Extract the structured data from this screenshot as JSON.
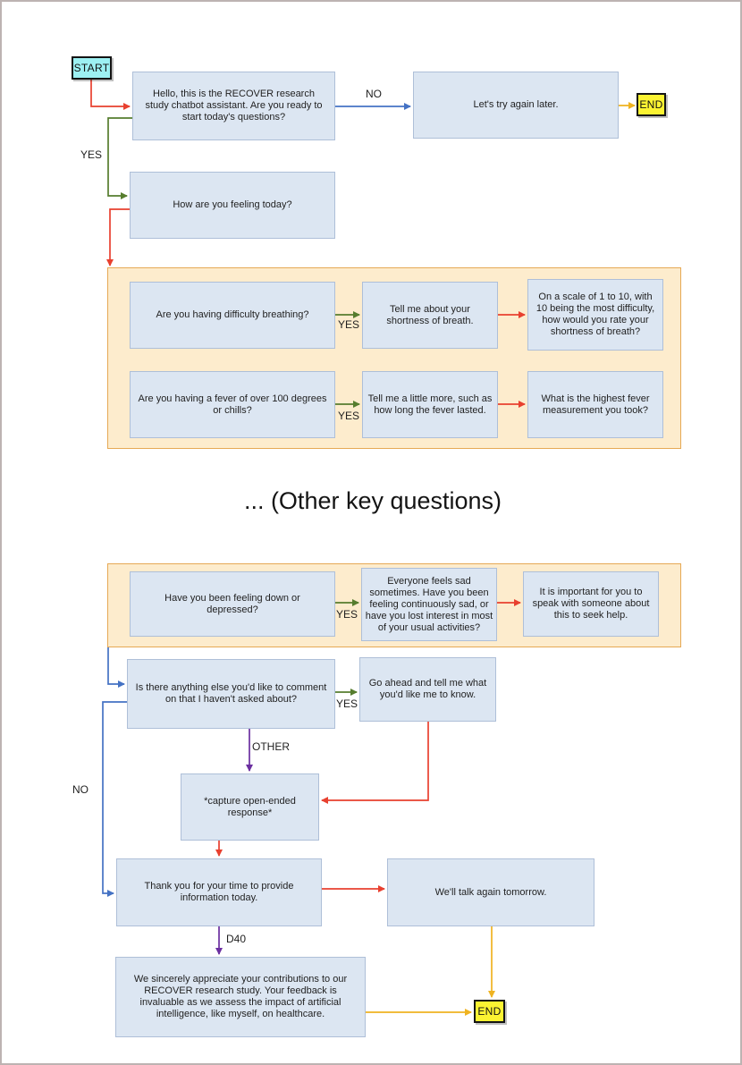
{
  "diagram": {
    "heading": "... (Other key questions)",
    "terminals": {
      "start": "START",
      "end_top": "END",
      "end_bottom": "END"
    },
    "nodes": {
      "hello": "Hello, this is the RECOVER research study chatbot assistant. Are you ready to start today's questions?",
      "try_again": "Let's try again later.",
      "feeling": "How are you feeling today?",
      "breathing": "Are you having difficulty breathing?",
      "shortness": "Tell me about your shortness of breath.",
      "scale": "On a scale of 1 to 10, with 10 being the most difficulty, how would you rate your shortness of breath?",
      "fever": "Are you having a fever of over 100 degrees or chills?",
      "fever_more": "Tell me a little more, such as how long the fever lasted.",
      "fever_measure": "What is the highest fever measurement you took?",
      "depressed": "Have you been feeling down or depressed?",
      "sad": "Everyone feels sad sometimes. Have you been feeling continuously sad, or have you lost interest in most of your usual activities?",
      "seek_help": "It is important for you to speak with someone about this to seek help.",
      "anything_else": "Is there anything else you'd like to comment on that I haven't asked about?",
      "go_ahead": "Go ahead and tell me what you'd like me to know.",
      "capture": "*capture open-ended response*",
      "thank_you": "Thank you for your time to provide information today.",
      "tomorrow": "We'll talk again tomorrow.",
      "appreciate": "We sincerely appreciate your contributions to our RECOVER research study. Your feedback is invaluable as we assess the impact of artificial intelligence, like myself, on healthcare."
    },
    "labels": {
      "start_no": "NO",
      "start_yes": "YES",
      "breathing_yes": "YES",
      "fever_yes": "YES",
      "depressed_yes": "YES",
      "anything_yes": "YES",
      "anything_other": "OTHER",
      "anything_no": "NO",
      "thank_you_d40": "D40"
    },
    "colors": {
      "node_fill": "#dce6f2",
      "node_border": "#aebfd8",
      "panel_fill": "#fdeccd",
      "panel_border": "#e6a955",
      "start_fill": "#9df0f2",
      "end_fill": "#fbf332",
      "arrow_red": "#e8402f",
      "arrow_green": "#567d2e",
      "arrow_blue": "#4472c4",
      "arrow_purple": "#6b2fa0",
      "arrow_gold": "#efb321"
    }
  }
}
